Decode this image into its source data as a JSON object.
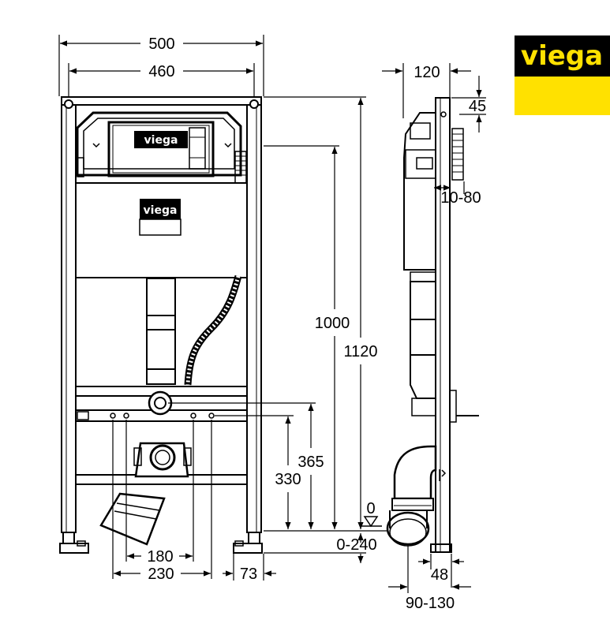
{
  "brand": {
    "name": "viega",
    "colors": {
      "black": "#000000",
      "yellow": "#ffe100"
    }
  },
  "front_view": {
    "dimensions": {
      "overall_width": "500",
      "inner_width": "460",
      "frame_height": "1000",
      "total_height": "1120",
      "outlet_height": "365",
      "water_height": "330",
      "bracket_spacing": "180",
      "outlet_spacing": "230",
      "foot_offset": "73",
      "floor_zero": "0",
      "foot_adjust": "0-240"
    },
    "panel_brand": "viega",
    "label_brand": "viega"
  },
  "side_view": {
    "dimensions": {
      "depth": "120",
      "top_offset": "45",
      "wall_range": "10-80",
      "bottom_depth": "48",
      "bend_range": "90-130"
    }
  }
}
